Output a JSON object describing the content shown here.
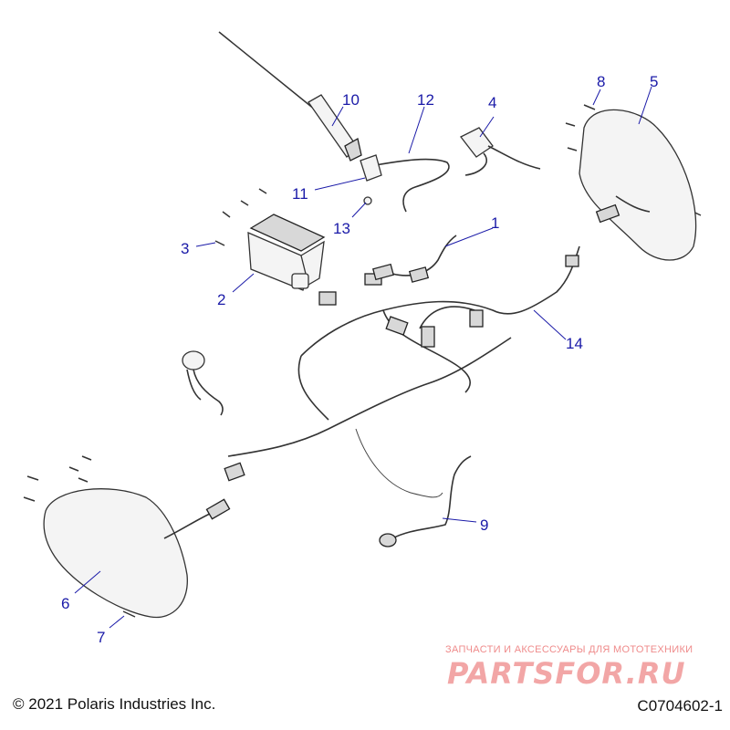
{
  "callouts": [
    {
      "n": "1"
    },
    {
      "n": "2"
    },
    {
      "n": "3"
    },
    {
      "n": "4"
    },
    {
      "n": "5"
    },
    {
      "n": "6"
    },
    {
      "n": "7"
    },
    {
      "n": "8"
    },
    {
      "n": "9"
    },
    {
      "n": "10"
    },
    {
      "n": "11"
    },
    {
      "n": "12"
    },
    {
      "n": "13"
    },
    {
      "n": "14"
    }
  ],
  "footer": {
    "copyright": "© 2021 Polaris Industries Inc.",
    "drawing_id": "C0704602-1"
  },
  "watermark": {
    "tagline": "ЗАПЧАСТИ И АКСЕССУАРЫ ДЛЯ МОТОТЕХНИКИ",
    "logo": "PARTSFOR.RU"
  },
  "colors": {
    "callout": "#1a1aa8",
    "watermark": "#f2a6a6"
  }
}
